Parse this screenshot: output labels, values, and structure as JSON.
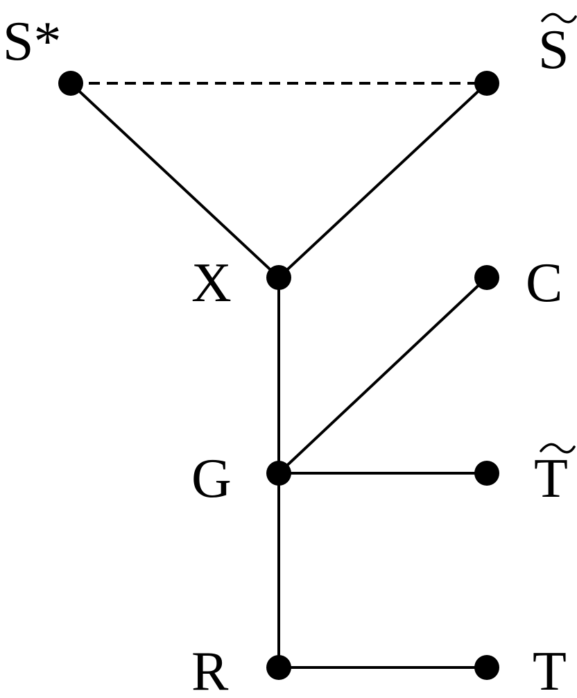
{
  "diagram": {
    "type": "graph",
    "nodes": [
      {
        "id": "s_star",
        "label": "S*"
      },
      {
        "id": "s_tilde",
        "label": "S",
        "accent": "tilde"
      },
      {
        "id": "x",
        "label": "X"
      },
      {
        "id": "c",
        "label": "C"
      },
      {
        "id": "g",
        "label": "G"
      },
      {
        "id": "t_tilde",
        "label": "T",
        "accent": "tilde"
      },
      {
        "id": "r",
        "label": "R"
      },
      {
        "id": "t",
        "label": "T"
      }
    ],
    "edges": [
      {
        "from": "s_star",
        "to": "s_tilde",
        "style": "dashed"
      },
      {
        "from": "s_star",
        "to": "x",
        "style": "solid"
      },
      {
        "from": "s_tilde",
        "to": "x",
        "style": "solid"
      },
      {
        "from": "x",
        "to": "g",
        "style": "solid"
      },
      {
        "from": "g",
        "to": "c",
        "style": "solid"
      },
      {
        "from": "g",
        "to": "t_tilde",
        "style": "solid"
      },
      {
        "from": "g",
        "to": "r",
        "style": "solid"
      },
      {
        "from": "r",
        "to": "t",
        "style": "solid"
      }
    ],
    "colors": {
      "line": "#000000",
      "node": "#000000",
      "background": "#ffffff"
    }
  }
}
